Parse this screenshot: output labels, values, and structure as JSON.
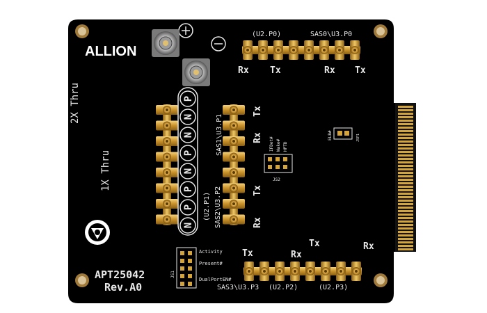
{
  "board": {
    "logo": "ALLION",
    "model": "APT25042",
    "revision": "Rev.A0",
    "thru_2x": "2X Thru",
    "thru_1x": "1X Thru",
    "plus_symbol": "+",
    "minus_symbol": "−"
  },
  "top_connector": {
    "label_u2": "(U2.P0)",
    "label_sas": "SAS0\\U3.P0",
    "pin_labels": [
      "Rx",
      "Tx",
      "Rx",
      "Tx"
    ]
  },
  "middle_connector": {
    "label_upper": "SAS1\\U3.P1",
    "label_u2p1": "(U2.P1)",
    "label_lower": "SAS2\\U3.P2",
    "pin_labels": [
      "Tx",
      "Rx",
      "Tx",
      "Rx"
    ]
  },
  "polarity_column": [
    "P",
    "N",
    "N",
    "P",
    "N",
    "P",
    "P",
    "N"
  ],
  "bottom_connector": {
    "label_sas": "SAS3\\U3.P3",
    "label_u2p2": "(U2.P2)",
    "label_u2p3": "(U2.P3)",
    "pin_labels": [
      "Tx",
      "Rx",
      "Tx",
      "Rx"
    ]
  },
  "jumper_js1": {
    "ref": "JS1",
    "labels": [
      "Activity",
      "Present#",
      "DualPortEN#"
    ]
  },
  "jumper_js2": {
    "ref": "JS2",
    "labels": [
      "IFDet#",
      "Wake#",
      "HPTD"
    ]
  },
  "jumper_jsp1": {
    "ref": "JSP1",
    "label": "ELB#"
  },
  "colors": {
    "pcb": "#000000",
    "gold": "#d4a43a",
    "silkscreen": "#e8e8e8",
    "edge_fingers": "#c9962b"
  }
}
